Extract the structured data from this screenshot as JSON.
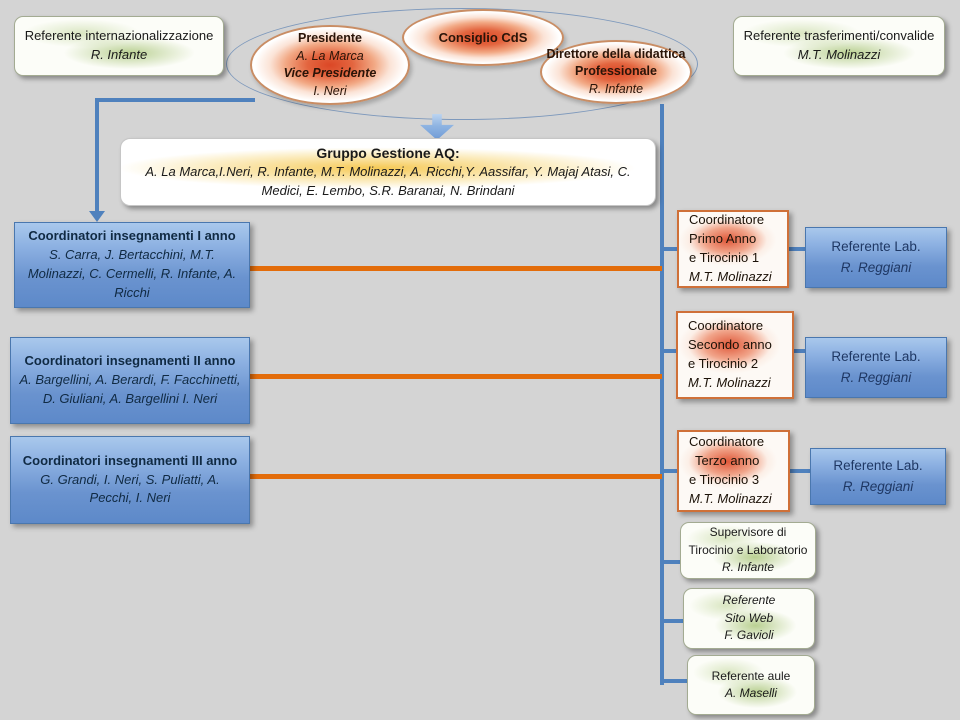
{
  "top_left_referent": {
    "title": "Referente internazionalizzazione",
    "name": "R. Infante"
  },
  "top_right_referent": {
    "title": "Referente trasferimenti/convalide",
    "name": "M.T. Molinazzi"
  },
  "council": {
    "label": "Consiglio CdS"
  },
  "presidency": {
    "role1": "Presidente",
    "name1": "A. La Marca",
    "role2": "Vice Presidente",
    "name2": "I. Neri"
  },
  "director": {
    "role_line1": "Direttore della didattica",
    "role_line2": "Professionale",
    "name": "R. Infante"
  },
  "aq_group": {
    "title": "Gruppo Gestione AQ:",
    "members": "A. La Marca,I.Neri, R. Infante, M.T. Molinazzi, A. Ricchi,Y. Aassifar, Y. Majaj Atasi, C. Medici, E. Lembo, S.R. Baranai, N. Brindani"
  },
  "year_coordinators": [
    {
      "title": "Coordinatori insegnamenti I  anno",
      "members": "S. Carra, J. Bertacchini, M.T. Molinazzi, C. Cermelli,  R. Infante, A. Ricchi"
    },
    {
      "title": "Coordinatori insegnamenti II anno",
      "members": "A. Bargellini, A. Berardi, F. Facchinetti, D. Giuliani,  A. Bargellini I. Neri"
    },
    {
      "title": "Coordinatori insegnamenti III anno",
      "members": "G. Grandi, I. Neri, S. Puliatti, A. Pecchi, I. Neri"
    }
  ],
  "tirocinio_coordinators": [
    {
      "line1": "Coordinatore",
      "line2": "Primo Anno",
      "line3": "e Tirocinio 1",
      "name": "M.T. Molinazzi"
    },
    {
      "line1": "Coordinatore",
      "line2": "Secondo anno",
      "line3": "e Tirocinio 2",
      "name": "M.T. Molinazzi"
    },
    {
      "line1": "Coordinatore",
      "line2": "Terzo anno",
      "line3": "e  Tirocinio 3",
      "name": "M.T. Molinazzi"
    }
  ],
  "lab_referents": [
    {
      "title": "Referente Lab.",
      "name": "R. Reggiani"
    },
    {
      "title": "Referente Lab.",
      "name": "R. Reggiani"
    },
    {
      "title": "Referente Lab.",
      "name": "R. Reggiani"
    }
  ],
  "side_referents": [
    {
      "line1": "Supervisore di",
      "line2": "Tirocinio e Laboratorio",
      "name": "R. Infante"
    },
    {
      "line1": "Referente",
      "line2": "Sito Web",
      "name": "F. Gavioli"
    },
    {
      "line1": "Referente  aule",
      "name": "A. Maselli"
    }
  ],
  "colors": {
    "connector_blue": "#4f81bd",
    "connector_orange": "#e36c0a",
    "box_blue": "#5d89c9",
    "accent_red": "#db4726",
    "accent_green": "#a3c170",
    "accent_yellow": "#f5c444",
    "background_gray": "#d4d4d4"
  }
}
